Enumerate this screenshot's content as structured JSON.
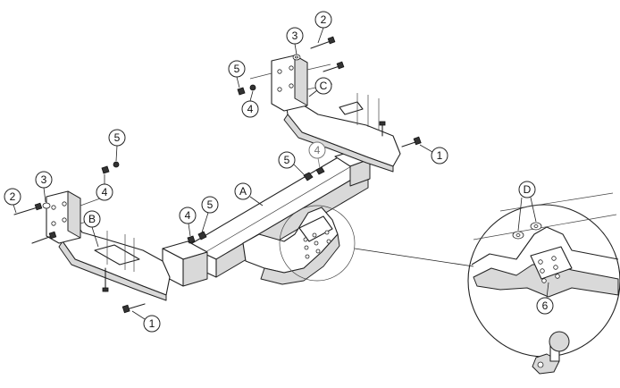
{
  "callouts": {
    "c1_right": "1",
    "c1_bottom": "1",
    "c2_top": "2",
    "c2_left": "2",
    "c3_top": "3",
    "c3_left": "3",
    "c4_top": "4",
    "c4_left": "4",
    "c4_mid": "4",
    "c4_beam": "4",
    "c5_top": "5",
    "c5_left": "5",
    "c5_beam": "5",
    "c5_mid": "5",
    "c6_detail": "6",
    "cA": "A",
    "cB": "B",
    "cC": "C",
    "cD": "D"
  }
}
